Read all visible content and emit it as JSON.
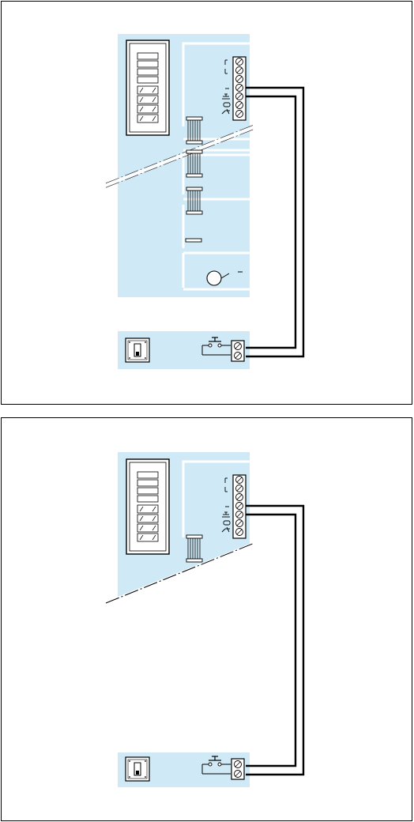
{
  "diagrams": [
    {
      "id": "top",
      "variant": "with-extension-modules"
    },
    {
      "id": "bottom",
      "variant": "single-module"
    }
  ],
  "colors": {
    "panel": "#cfeaf6",
    "line": "#000000",
    "background": "#ffffff"
  },
  "icons": [
    "push-button-unit-icon",
    "terminal-block-icon",
    "ribbon-connector-icon",
    "lock-release-button-icon",
    "door-lock-icon",
    "speaker-icon"
  ]
}
